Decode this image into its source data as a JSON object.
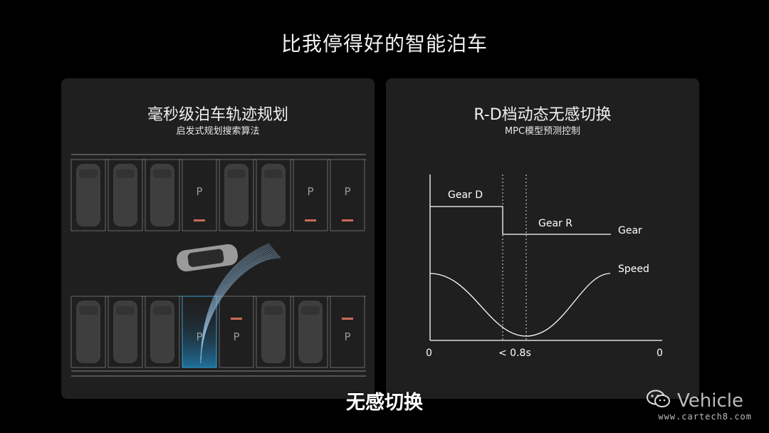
{
  "page_title": "比我停得好的智能泊车",
  "subtitle_caption": "无感切换",
  "left_panel": {
    "title": "毫秒级泊车轨迹规划",
    "subtitle": "启发式规划搜索算法",
    "top_row": [
      "car",
      "car",
      "car",
      "P",
      "car",
      "car",
      "P",
      "P"
    ],
    "bottom_row": [
      "car",
      "car",
      "car",
      "P",
      "P",
      "car",
      "car",
      "P"
    ],
    "parking_label": "P",
    "target_slot_highlight": "#1f6f9a",
    "marker_color": "#c96a5a"
  },
  "right_panel": {
    "title": "R-D档动态无感切换",
    "subtitle": "MPC模型预测控制",
    "graph": {
      "gear_d_label": "Gear D",
      "gear_r_label": "Gear R",
      "gear_series_label": "Gear",
      "speed_series_label": "Speed",
      "x_origin_label": "0",
      "x_mid_label": "< 0.8s",
      "x_end_label": "0"
    }
  },
  "watermark": {
    "brand": "Vehicle",
    "site": "www.cartech8.com",
    "icon": "wechat-icon"
  }
}
